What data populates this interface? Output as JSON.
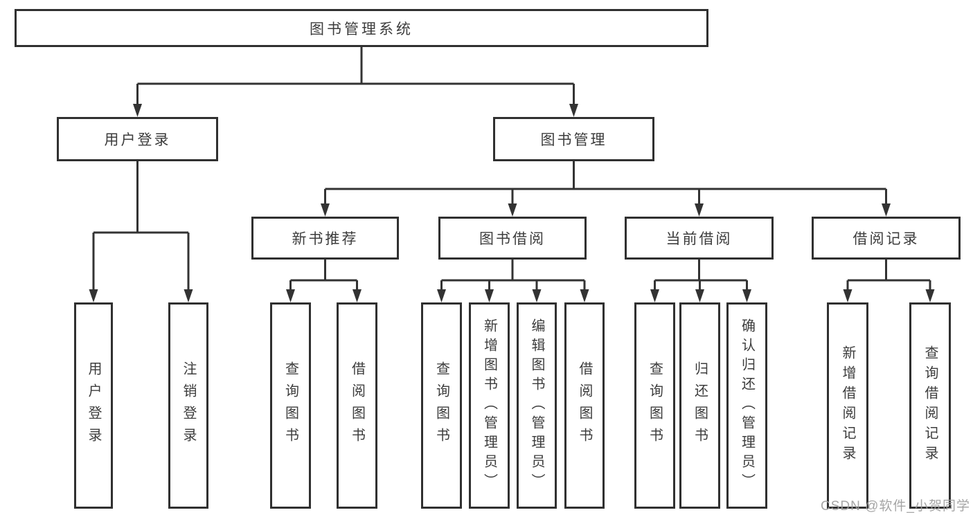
{
  "diagram": {
    "root": {
      "label": "图书管理系统"
    },
    "level2": [
      {
        "label": "用户登录"
      },
      {
        "label": "图书管理"
      }
    ],
    "level3": [
      {
        "label": "新书推荐"
      },
      {
        "label": "图书借阅"
      },
      {
        "label": "当前借阅"
      },
      {
        "label": "借阅记录"
      }
    ],
    "leaves": {
      "user_login": [
        {
          "label": "用户登录"
        },
        {
          "label": "注销登录"
        }
      ],
      "new_book": [
        {
          "label": "查询图书"
        },
        {
          "label": "借阅图书"
        }
      ],
      "book_borrow": [
        {
          "label": "查询图书"
        },
        {
          "label": "新增图书（管理员）"
        },
        {
          "label": "编辑图书（管理员）"
        },
        {
          "label": "借阅图书"
        }
      ],
      "current_borrow": [
        {
          "label": "查询图书"
        },
        {
          "label": "归还图书"
        },
        {
          "label": "确认归还（管理员）"
        }
      ],
      "borrow_records": [
        {
          "label": "新增借阅记录"
        },
        {
          "label": "查询借阅记录"
        }
      ]
    },
    "watermark": "CSDN @软件_小贺同学",
    "colors": {
      "line": "#333333",
      "border": "#303030",
      "text": "#3c3c3c",
      "watermark": "#9e9e9e",
      "background": "#ffffff"
    }
  }
}
